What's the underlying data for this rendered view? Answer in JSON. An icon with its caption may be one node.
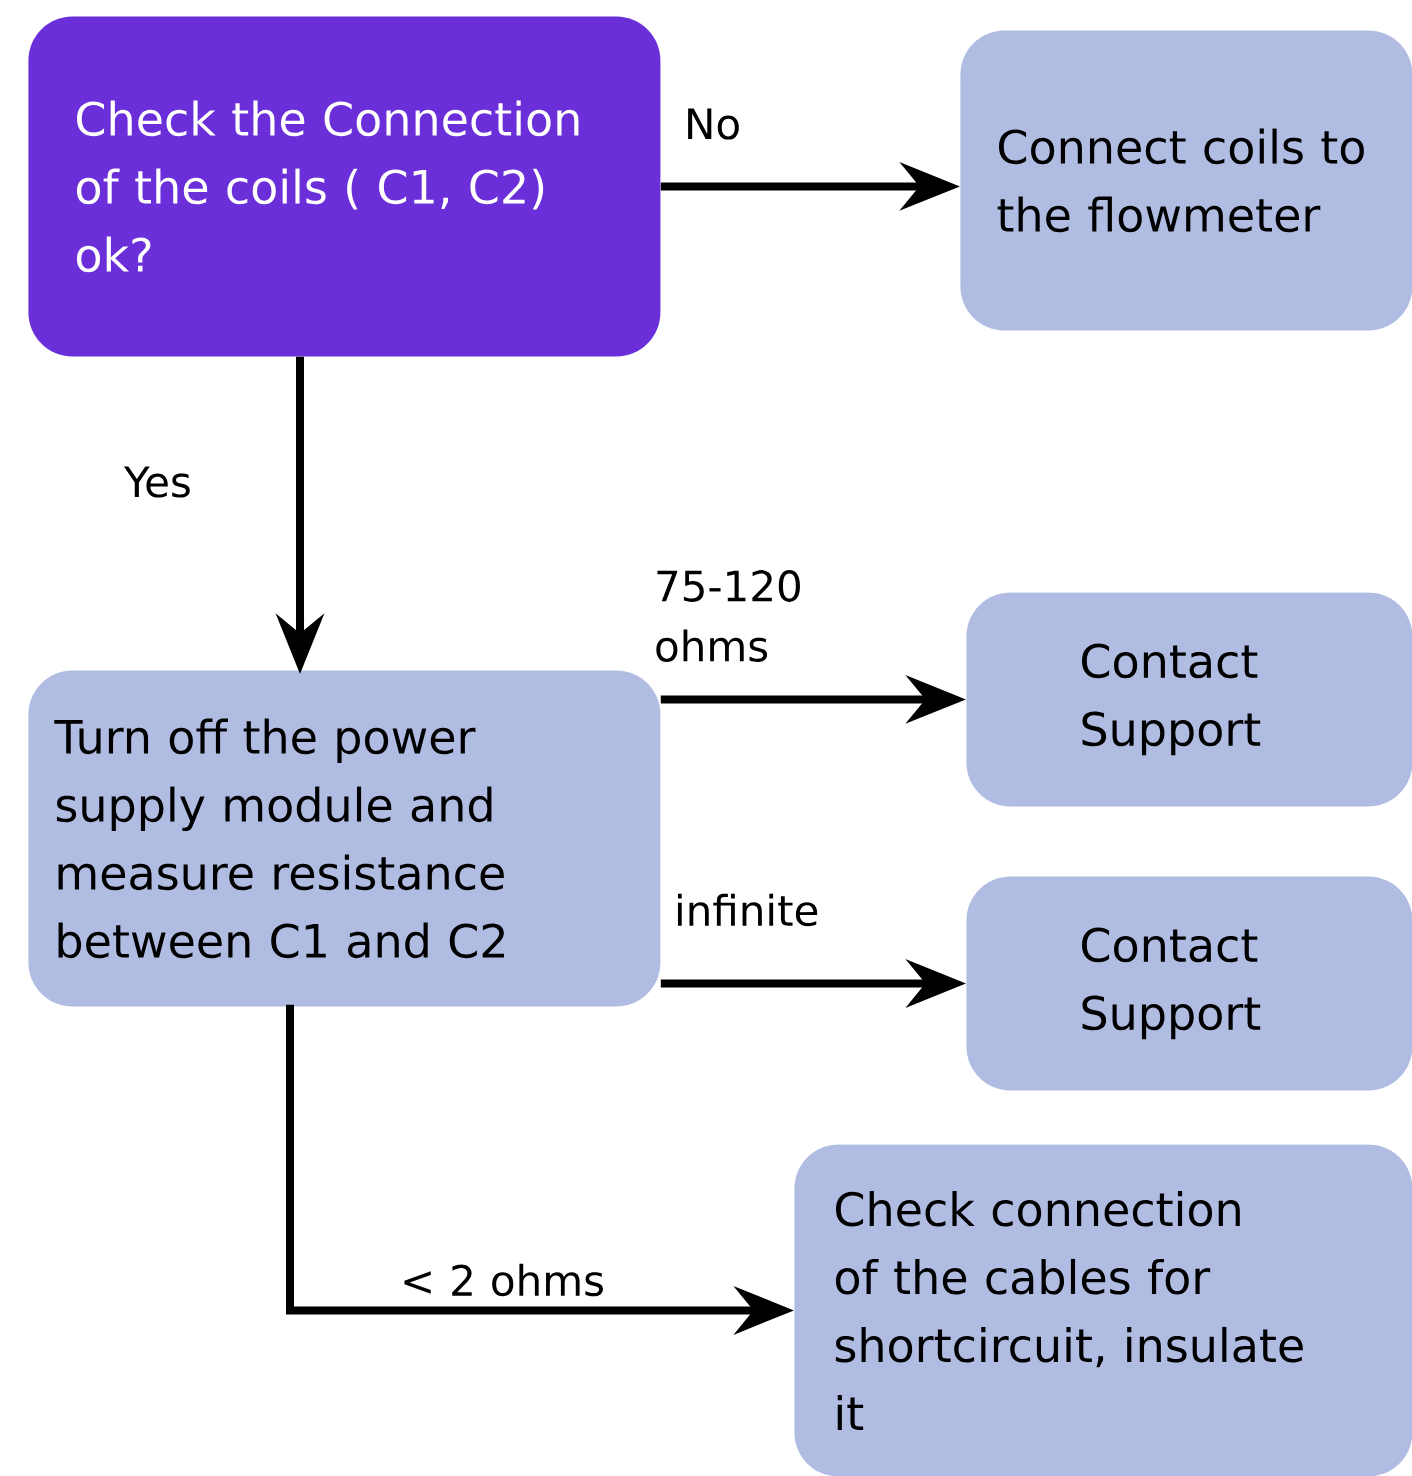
{
  "diagram": {
    "nodes": [
      {
        "text": [
          "Check the Connection of the coils ( C1, C2) ok?"
        ]
      },
      {
        "text": [
          "Connect coils to the flowmeter"
        ]
      },
      {
        "text": [
          "Turn off the power supply module and measure resistance between C1 and C2"
        ]
      },
      {
        "text": [
          "Contact Support"
        ]
      },
      {
        "text": [
          "Contact Support"
        ]
      },
      {
        "text": [
          "Check connection of the cables for shortcircuit, insulate it"
        ]
      }
    ],
    "edges": [
      {
        "from": 0,
        "to": 1,
        "arrow": "to",
        "label": "No"
      },
      {
        "from": 0,
        "to": 2,
        "arrow": "to",
        "label": "Yes"
      },
      {
        "from": 2,
        "to": 3,
        "arrow": "to",
        "label": "75-120 ohms"
      },
      {
        "from": 2,
        "to": 4,
        "arrow": "to",
        "label": "infinite"
      },
      {
        "from": 2,
        "to": 5,
        "arrow": "to",
        "label": "< 2 ohms"
      }
    ]
  }
}
